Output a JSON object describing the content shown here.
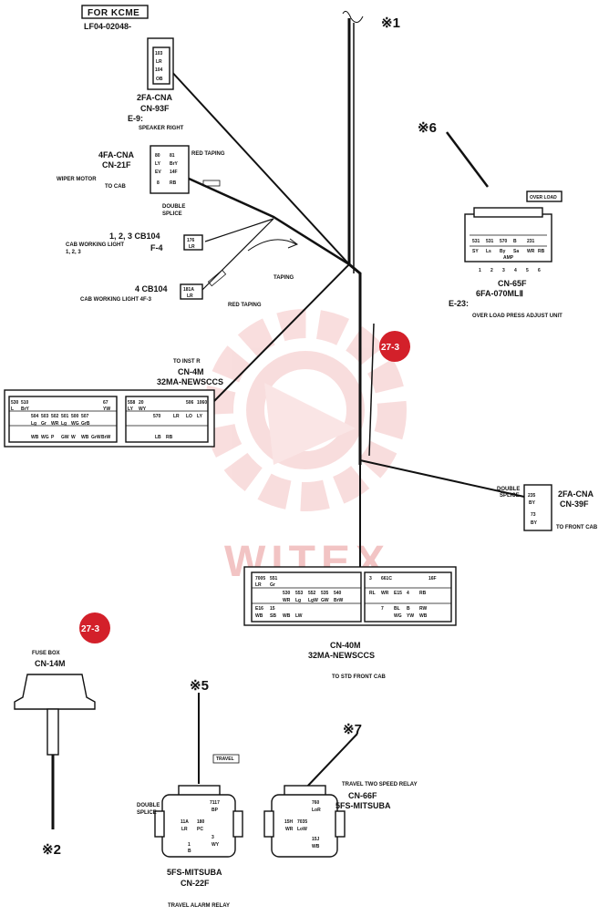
{
  "header": {
    "title": "FOR KCME",
    "code": "LF04-02048-"
  },
  "refs": {
    "r1": "※1",
    "r2": "※2",
    "r5": "※5",
    "r6": "※6",
    "r7": "※7"
  },
  "badges": {
    "b1": "27-3",
    "b2": "27-3",
    "color": "#d3202a"
  },
  "watermark": {
    "text": "WITEX",
    "color": "#f2b8b8"
  },
  "connectors": {
    "cn93f": {
      "name": "2FA-CNA",
      "id": "CN-93F",
      "code": "E-9:",
      "desc": "SPEAKER RIGHT",
      "pins": [
        "103",
        "LR",
        "104",
        "OB"
      ]
    },
    "cn21f": {
      "name": "4FA-CNA",
      "id": "CN-21F",
      "desc": "WIPER MOTOR",
      "dest": "TO CAB",
      "splice": "DOUBLE",
      "splice2": "SPLICE",
      "taping": "RED TAPING",
      "pins": [
        "80",
        "81",
        "LY",
        "BrY",
        "EV",
        "14F",
        "8",
        "RB"
      ]
    },
    "f4": {
      "name": "1, 2, 3  CB104",
      "id": "F-4",
      "desc": "CAB WORKING LIGHT",
      "desc2": "1, 2, 3",
      "pins": [
        "176",
        "LR"
      ]
    },
    "f3": {
      "name": "4    CB104",
      "desc": "CAB WORKING LIGHT 4F-3",
      "taping": "RED TAPING",
      "pins": [
        "181A",
        "LR"
      ]
    },
    "taping": "TAPING",
    "cn4m": {
      "dest": "TO INST R",
      "id": "CN-4M",
      "name": "32MA-NEWSCCS",
      "pins": [
        "530",
        "510",
        "504",
        "503",
        "502",
        "501",
        "500",
        "507",
        "67",
        "L",
        "BrY",
        "Lg",
        "Gr",
        "WR",
        "Lg",
        "WG",
        "GrB",
        "YW",
        "558",
        "20",
        "570",
        "LY",
        "WY",
        "LR",
        "506",
        "1060",
        "LO",
        "LY",
        "WB",
        "WG",
        "P",
        "GW",
        "W",
        "WB",
        "GrW",
        "BrW",
        "LB",
        "RB"
      ]
    },
    "cn65f": {
      "ref": "OVER LOAD",
      "amp": "AMP",
      "cols": [
        "1",
        "2",
        "3",
        "4",
        "5",
        "6"
      ],
      "id": "CN-65F",
      "name": "6FA-070MLⅡ",
      "code": "E-23:",
      "desc": "OVER LOAD PRESS ADJUST UNIT",
      "pins": [
        "531",
        "531",
        "570",
        "B",
        "231",
        "SY",
        "Ls",
        "By",
        "Sa",
        "WR",
        "RB"
      ]
    },
    "cn39f": {
      "name": "2FA-CNA",
      "id": "CN-39F",
      "dest": "TO FRONT CAB",
      "splice": "DOUBLE",
      "splice2": "SPLICE",
      "pins": [
        "235",
        "BY",
        "73",
        "BY"
      ]
    },
    "cn40m": {
      "id": "CN-40M",
      "name": "32MA-NEWSCCS",
      "dest": "TO STD FRONT CAB",
      "pins": [
        "7005",
        "551",
        "530",
        "553",
        "552",
        "535",
        "540",
        "LR",
        "Gr",
        "WR",
        "Lg",
        "LgW",
        "GW",
        "BrW",
        "3",
        "661C",
        "16F",
        "RL",
        "WR",
        "E15",
        "4",
        "RB",
        "E16",
        "15",
        "7",
        "BL",
        "B",
        "WB",
        "SB",
        "WB",
        "LW",
        "RW",
        "WG",
        "YW",
        "WB"
      ]
    },
    "cn14m": {
      "name": "FUSE BOX",
      "id": "CN-14M"
    },
    "cn22f": {
      "name": "5FS-MITSUBA",
      "id": "CN-22F",
      "desc": "TRAVEL ALARM RELAY",
      "tag": "TRAVEL",
      "splice": "DOUBLE",
      "splice2": "SPLICE",
      "pins": [
        "7117",
        "BP",
        "11A",
        "180",
        "LR",
        "PC",
        "3",
        "WY",
        "1",
        "B"
      ]
    },
    "cn66f": {
      "name": "5FS-MITSUBA",
      "id": "CN-66F",
      "desc": "TRAVEL TWO SPEED RELAY",
      "pins": [
        "760",
        "LoR",
        "15H",
        "7035",
        "WR",
        "LoW",
        "15J",
        "WB"
      ]
    }
  }
}
